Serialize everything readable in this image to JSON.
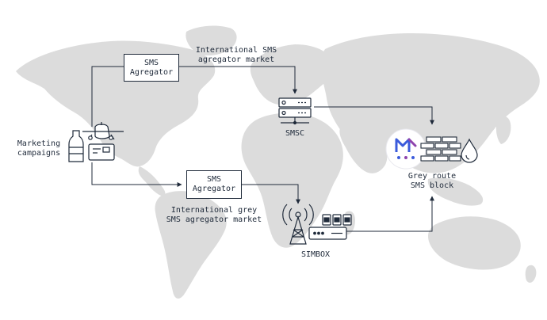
{
  "colors": {
    "map": "#dcdcdc",
    "line": "#1f2a3a",
    "brand_blue": "#3b5bdb",
    "brand_purple": "#8e44ad"
  },
  "nodes": {
    "sms_aggregator_top": "SMS\nAgregator",
    "sms_aggregator_bottom": "SMS\nAgregator",
    "marketing": "Marketing\ncampaigns",
    "smsc": "SMSC",
    "simbox": "SIMBOX",
    "grey_route_block": "Grey route\nSMS block"
  },
  "markets": {
    "international": "International SMS\nagregator market",
    "international_grey": "International grey\nSMS agregator market"
  },
  "icons": {
    "sender": "bottle-plane-card-icon",
    "server": "server-rack-icon",
    "tower": "cell-tower-icon",
    "simbox_device": "sim-router-icon",
    "brand": "brand-logo-icon",
    "firewall": "brick-wall-icon",
    "drop": "water-drop-icon"
  }
}
